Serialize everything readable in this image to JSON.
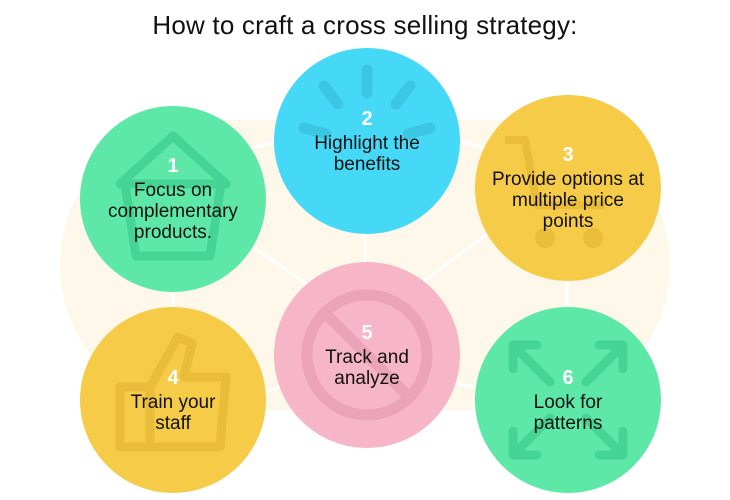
{
  "title": "How to craft a cross selling strategy:",
  "colors": {
    "green": "#5de8a8",
    "blue": "#45d9f7",
    "yellow": "#f6cb48",
    "pink": "#f7b5c8",
    "connector": "#ffffff"
  },
  "steps": [
    {
      "number": "1",
      "label": "Focus on complementary products.",
      "color": "green",
      "icon": "basket-icon"
    },
    {
      "number": "2",
      "label": "Highlight the benefits",
      "color": "blue",
      "icon": "sparkle-icon"
    },
    {
      "number": "3",
      "label": "Provide options at multiple price points",
      "color": "yellow",
      "icon": "cart-icon"
    },
    {
      "number": "4",
      "label": "Train your staff",
      "color": "yellow",
      "icon": "thumbs-up-icon"
    },
    {
      "number": "5",
      "label": "Track and analyze",
      "color": "pink",
      "icon": "no-sign-icon"
    },
    {
      "number": "6",
      "label": "Look for patterns",
      "color": "green",
      "icon": "expand-arrows-icon"
    }
  ]
}
